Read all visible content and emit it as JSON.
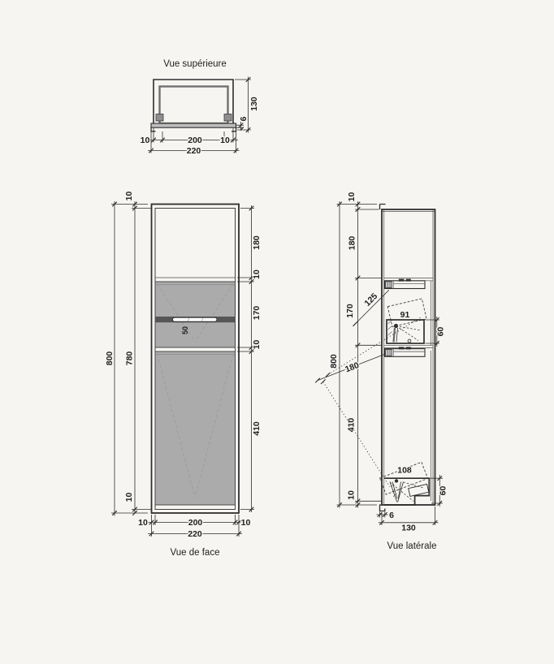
{
  "colors": {
    "background": "#f7f5f2",
    "line": "#2e2e2e",
    "panel_gray": "#ababab",
    "slot_band": "#565656",
    "plate_gray": "#bdbdbd"
  },
  "views": {
    "top": {
      "label": "Vue supérieure",
      "dims": {
        "depth": "130",
        "plate_thickness": "6",
        "bottom_row1": [
          "10",
          "200",
          "10"
        ],
        "bottom_row2": "220"
      }
    },
    "front": {
      "label": "Vue de face",
      "dims": {
        "left_outer": "800",
        "left_inner": "780",
        "left_top_gap": "10",
        "left_bottom_gap": "10",
        "right": [
          "180",
          "10",
          "170",
          "10",
          "410"
        ],
        "slot_width": "50",
        "bottom_row1": [
          "10",
          "200",
          "10"
        ],
        "bottom_row2": "220"
      }
    },
    "side": {
      "label": "Vue latérale",
      "dims": {
        "left_outer": "800",
        "left_segments": [
          "10",
          "180",
          "170",
          "410",
          "10"
        ],
        "leader_upper": "125",
        "leader_lower": "180",
        "door_upper": "91",
        "box_upper_height": "60",
        "door_lower": "108",
        "box_lower_height": "60",
        "flange_offset": "6",
        "bottom_depth": "130"
      }
    }
  }
}
